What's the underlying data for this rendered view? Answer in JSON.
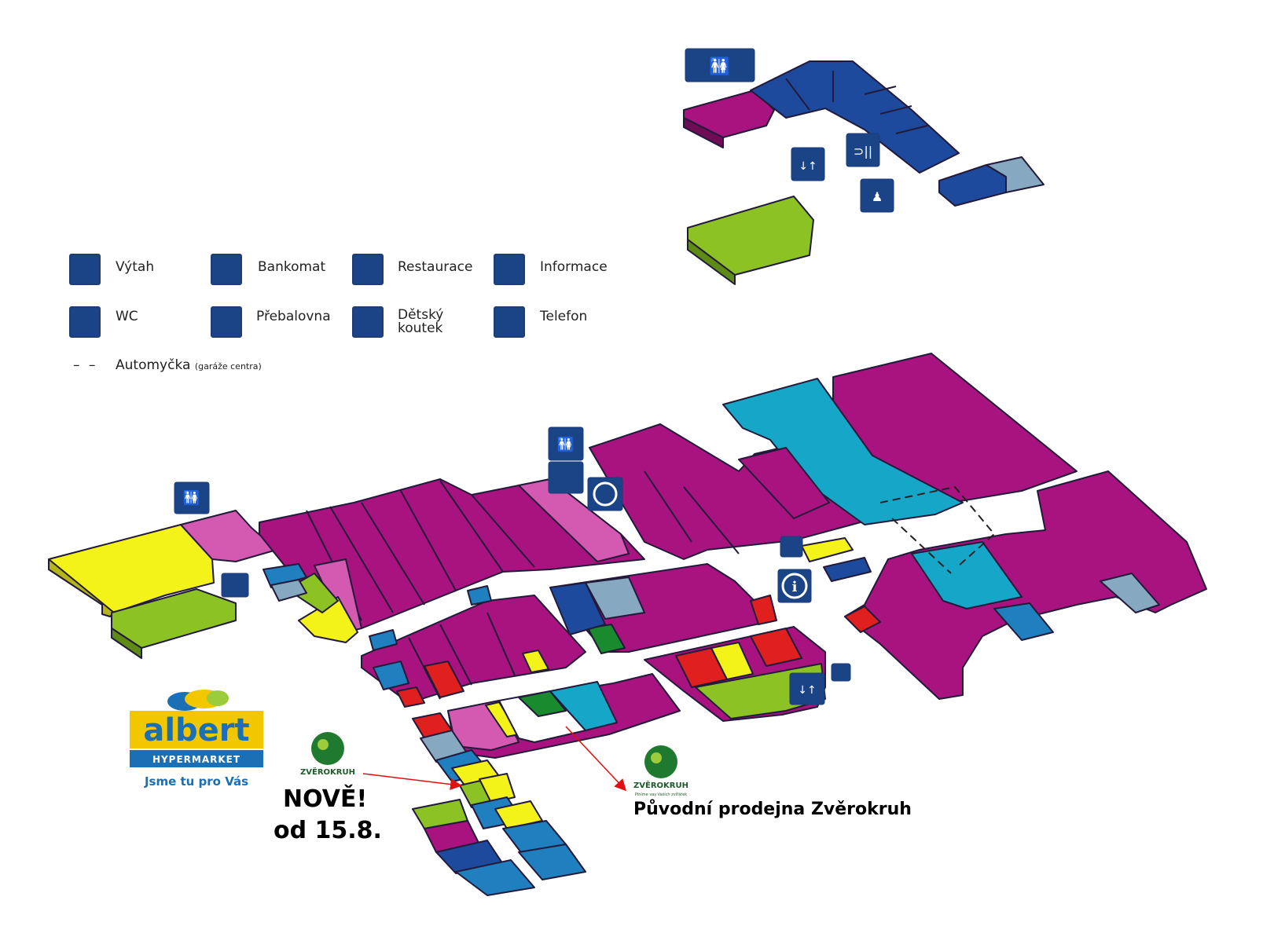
{
  "legend": {
    "items": [
      {
        "label": "Výtah",
        "icon": "elevator-icon"
      },
      {
        "label": "Bankomat",
        "icon": "atm-icon"
      },
      {
        "label": "Restaurace",
        "icon": "restaurant-icon"
      },
      {
        "label": "Informace",
        "icon": "information-icon"
      },
      {
        "label": "WC",
        "icon": "toilet-icon"
      },
      {
        "label": "Přebalovna",
        "icon": "baby-changing-icon"
      },
      {
        "label": "Dětský\nkoutek",
        "icon": "kids-corner-icon"
      },
      {
        "label": "Telefon",
        "icon": "telephone-icon"
      }
    ],
    "carwash_label": "Automyčka",
    "carwash_note": "(garáže centra)"
  },
  "albert": {
    "brand": "albert",
    "sub": "HYPERMARKET",
    "slogan": "Jsme tu pro Vás"
  },
  "zverokruh": {
    "name": "ZVĚROKRUH",
    "tagline": "Plníme vaş Vaších zvířátek"
  },
  "callouts": {
    "new_line1": "NOVĚ!",
    "new_line2": "od 15.8.",
    "original": "Původní prodejna Zvěrokruh"
  },
  "colors": {
    "magenta": "#a8137f",
    "pink": "#d35ab0",
    "cyan": "#16a6c8",
    "blue": "#1d4a9c",
    "mid_blue": "#1f7fbf",
    "grey_blue": "#86a8c0",
    "yellow": "#f3f31a",
    "lime": "#8dc224",
    "red": "#e0201e",
    "green": "#1a8a2e",
    "arrow": "#e01010"
  }
}
